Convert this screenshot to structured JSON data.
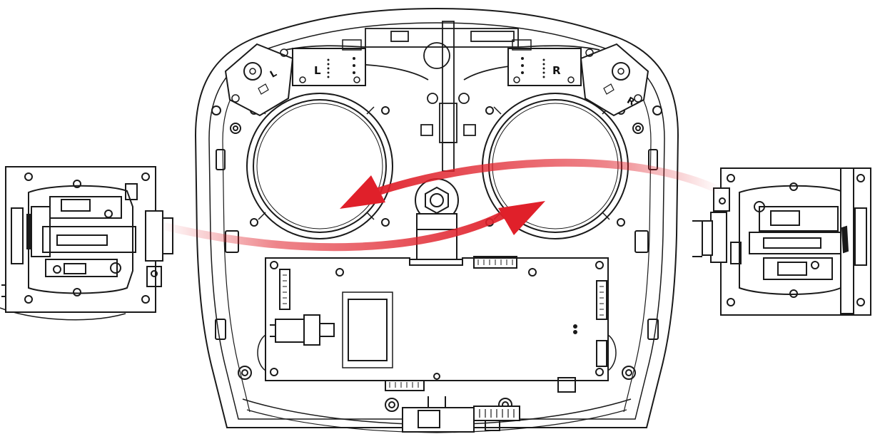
{
  "labels": {
    "left_module": "L",
    "right_module": "R",
    "left_bracket": "L",
    "right_bracket": "R"
  },
  "colors": {
    "line": "#1a1a1a",
    "arrow": "#e0202a",
    "background": "#ffffff"
  },
  "icons": {
    "left_gimbal": "gimbal-icon",
    "right_gimbal": "gimbal-icon",
    "swap_arrows": "swap-arrows-icon"
  }
}
